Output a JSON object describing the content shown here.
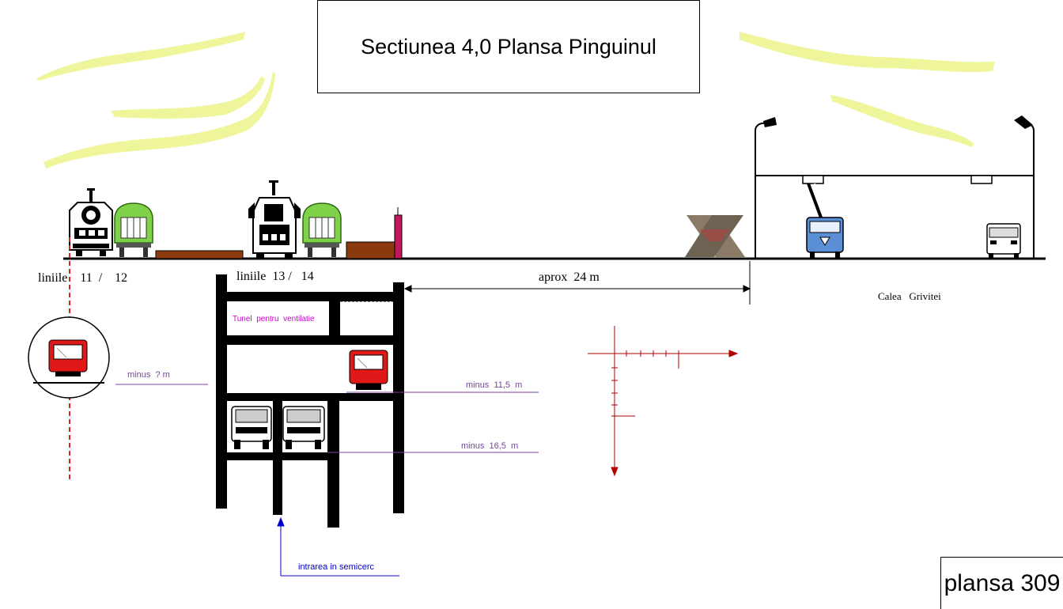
{
  "title": "Sectiunea 4,0   Plansa Pinguinul",
  "plate": "plansa  309",
  "labels": {
    "lines_11_12": "liniile    11  /    12",
    "lines_13_14": "liniile  13 /   14",
    "distance": "aprox  24 m",
    "street": "Calea   Grivitei",
    "ventilation_tunnel": "Tunel  pentru  ventilatie",
    "depth_unknown": "minus  ? m",
    "depth_11_5": "minus  11,5  m",
    "depth_16_5": "minus  16,5  m",
    "entrance": "intrarea in semicerc"
  },
  "colors": {
    "cloud": "#eef59a",
    "ground": "#000000",
    "depth_line": "#7b3fa0",
    "magenta_text": "#cc00cc",
    "red_axis": "#b00000",
    "blue_arrow": "#0000cc",
    "tram_red": "#e01818",
    "wagon_green": "#7fd14a",
    "platform_brown": "#8b3a0e",
    "bus_blue": "#5a8fd6"
  }
}
